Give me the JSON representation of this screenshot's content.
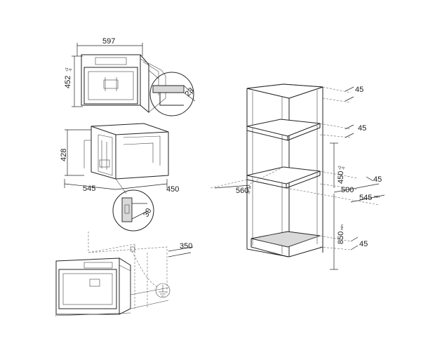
{
  "diagram": {
    "top_oven": {
      "width": "597",
      "height": "452",
      "height_tol": "+2\n-0",
      "detail_angle": "23"
    },
    "side_oven": {
      "height": "428",
      "depth": "545",
      "front": "450",
      "detail_angle": "30"
    },
    "bottom_oven": {
      "cable_length": "350"
    },
    "cabinet": {
      "top_gap": "45",
      "upper_gap": "45",
      "niche_height": "450",
      "niche_height_tol": "+2\n-0",
      "niche_width": "560",
      "niche_width_tol": "+8\n-0",
      "shelf_gap": "45",
      "niche_depth": "500",
      "niche_depth_min": "545",
      "niche_depth_min_unit": "min",
      "base_height": "850",
      "base_height_unit": "min",
      "bottom_gap": "45"
    }
  }
}
